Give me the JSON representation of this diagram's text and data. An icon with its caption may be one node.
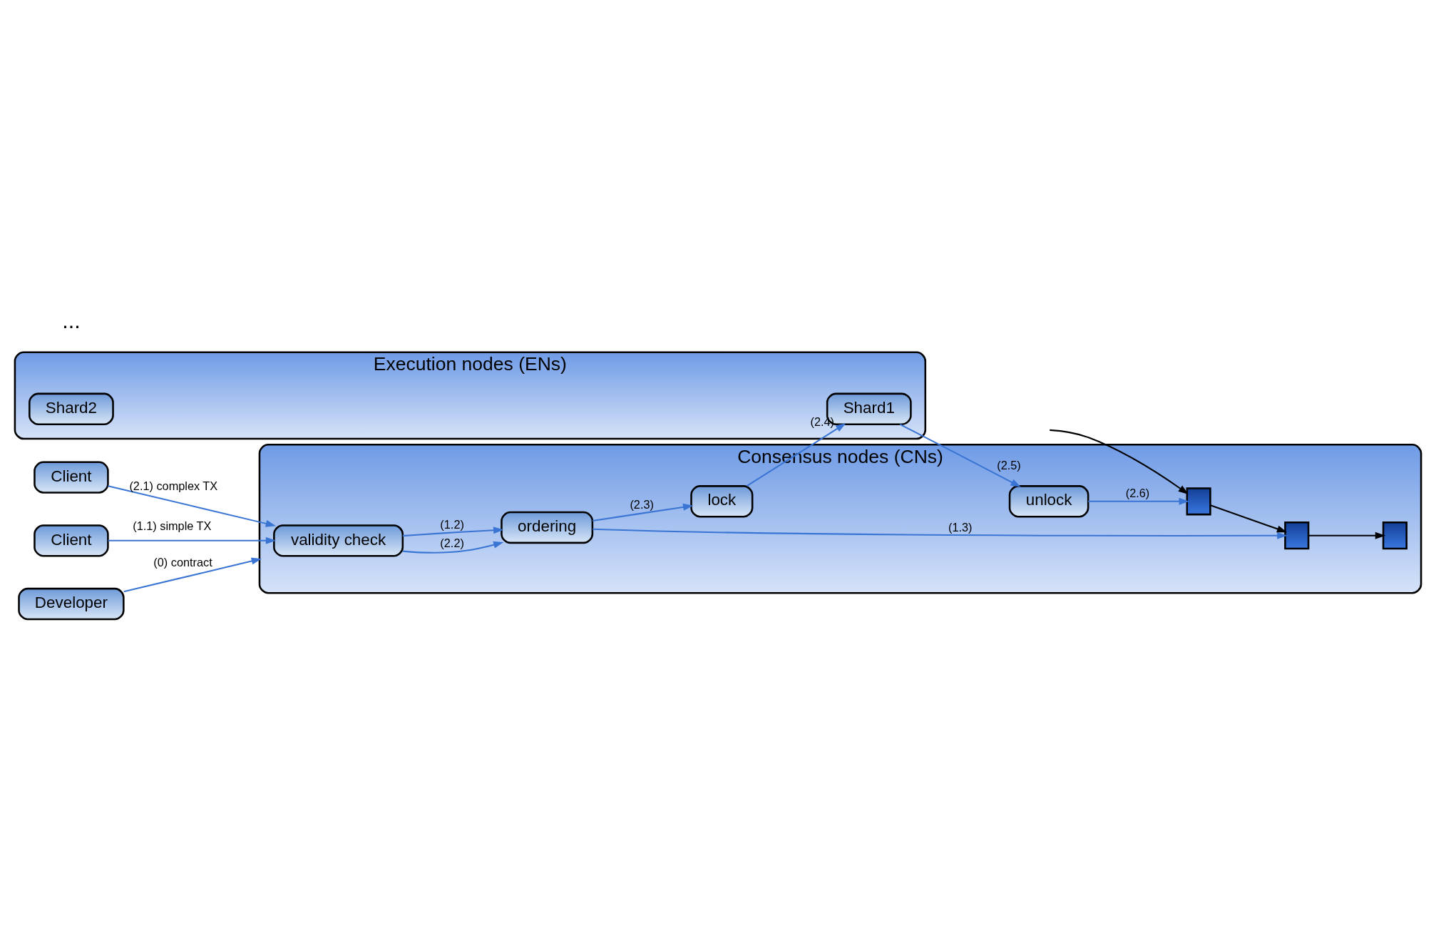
{
  "diagram": {
    "nodes": [
      {
        "text": [
          "Consensus nodes (CNs)"
        ]
      },
      {
        "text": [
          "validity check"
        ],
        "in": 0
      },
      {
        "text": [
          "ordering"
        ],
        "in": 0
      },
      {
        "text": [
          "lock"
        ],
        "in": 0
      },
      {
        "text": [
          "unlock"
        ],
        "in": 0
      },
      {
        "text": [],
        "shape": "box",
        "in": 0
      },
      {
        "text": [],
        "shape": "box",
        "in": 0
      },
      {
        "text": [],
        "shape": "box",
        "in": 0
      },
      {
        "text": [
          "Execution nodes (ENs)"
        ]
      },
      {
        "text": [
          "Shard1"
        ],
        "in": 8
      },
      {
        "text": [
          "Shard2"
        ],
        "in": 8
      },
      {
        "text": [
          "Client"
        ]
      },
      {
        "text": [
          "Client"
        ]
      },
      {
        "text": [
          "Developer"
        ]
      }
    ],
    "edges": [
      {
        "from": 11,
        "to": 1,
        "arrow": "to",
        "label": "(2.1) complex TX"
      },
      {
        "from": 12,
        "to": 1,
        "arrow": "to",
        "label": "(1.1) simple TX"
      },
      {
        "from": 13,
        "to": 0,
        "arrow": "to",
        "label": "(0) contract"
      },
      {
        "from": 1,
        "to": 2,
        "arrow": "to",
        "label": "(2.2)"
      },
      {
        "from": 1,
        "to": 2,
        "arrow": "to",
        "label": "(1.2)"
      },
      {
        "from": 2,
        "to": 6,
        "arrow": "to",
        "label": "(1.3)"
      },
      {
        "from": 2,
        "to": 3,
        "arrow": "to",
        "label": "(2.3)"
      },
      {
        "from": 4,
        "to": 7,
        "arrow": "to",
        "label": "(2.6)"
      },
      {
        "from": 3,
        "to": 9,
        "arrow": "to",
        "label": "(2.4)"
      },
      {
        "from": 9,
        "to": 4,
        "arrow": "to",
        "label": "(2.5)"
      },
      {
        "from": null,
        "to": 7,
        "arrow": "to",
        "color": "#000000"
      },
      {
        "from": 7,
        "to": 6,
        "arrow": "to",
        "color": "#000000"
      },
      {
        "from": 6,
        "to": 5,
        "arrow": "to",
        "color": "#000000"
      }
    ],
    "labels": [
      "..."
    ]
  }
}
